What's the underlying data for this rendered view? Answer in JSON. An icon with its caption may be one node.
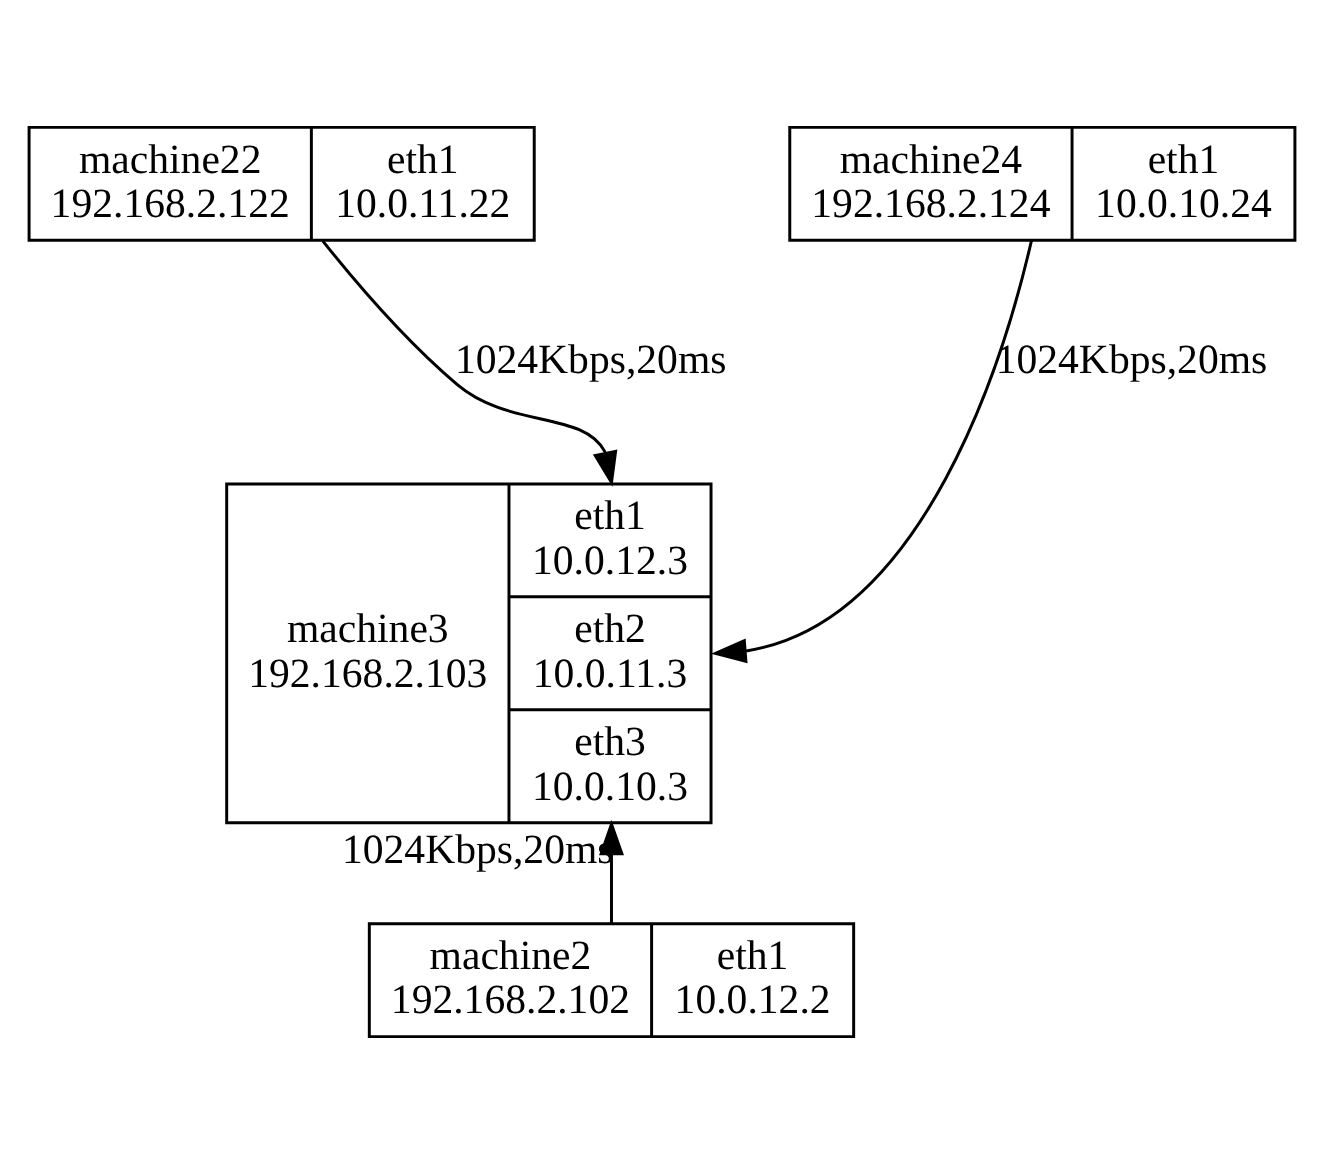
{
  "diagram": {
    "nodes": [
      {
        "text": [
          "machine22 192.168.2.122",
          "eth1 10.0.11.22"
        ]
      },
      {
        "text": [
          "machine24 192.168.2.124",
          "eth1 10.0.10.24"
        ]
      },
      {
        "text": [
          "machine3 192.168.2.103",
          "eth1 10.0.12.3",
          "eth2 10.0.11.3",
          "eth3 10.0.10.3"
        ]
      },
      {
        "text": [
          "machine2 192.168.2.102",
          "eth1 10.0.12.2"
        ]
      }
    ],
    "edges": [
      {
        "from": 0,
        "to": 2,
        "arrow": "to",
        "label": "1024Kbps,20ms"
      },
      {
        "from": 1,
        "to": 2,
        "arrow": "to",
        "label": "1024Kbps,20ms"
      },
      {
        "from": 3,
        "to": 2,
        "arrow": "to",
        "label": "1024Kbps,20ms"
      }
    ]
  }
}
